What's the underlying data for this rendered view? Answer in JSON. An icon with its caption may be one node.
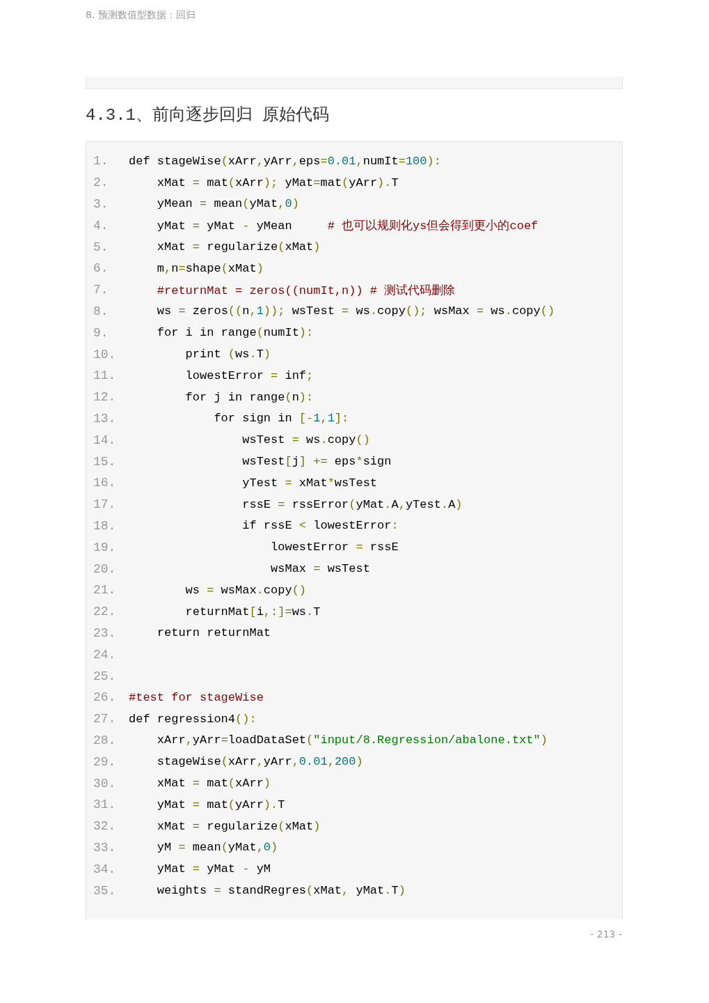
{
  "diagram": {
    "title": "4.3.1、前向逐步回归 原始代码",
    "nodes": [
      {
        "text": [],
        "shape": "box"
      }
    ],
    "labels": [
      "8. 预测数值型数据：回归",
      "1.",
      "def stageWise(xArr,yArr,eps=0.01,numIt=100):",
      "2.",
      "    xMat = mat(xArr); yMat=mat(yArr).T",
      "3.",
      "    yMean = mean(yMat,0)",
      "4.",
      "    yMat = yMat - yMean     # 也可以规则化ys但会得到更小的coef",
      "5.",
      "    xMat = regularize(xMat)",
      "6.",
      "    m,n=shape(xMat)",
      "7.",
      "    #returnMat = zeros((numIt,n)) # 测试代码删除",
      "8.",
      "    ws = zeros((n,1)); wsTest = ws.copy(); wsMax = ws.copy()",
      "9.",
      "    for i in range(numIt):",
      "10.",
      "        print (ws.T)",
      "11.",
      "        lowestError = inf;",
      "12.",
      "        for j in range(n):",
      "13.",
      "            for sign in [-1,1]:",
      "14.",
      "                wsTest = ws.copy()",
      "15.",
      "                wsTest[j] += eps*sign",
      "16.",
      "                yTest = xMat*wsTest",
      "17.",
      "                rssE = rssError(yMat.A,yTest.A)",
      "18.",
      "                if rssE < lowestError:",
      "19.",
      "                    lowestError = rssE",
      "20.",
      "                    wsMax = wsTest",
      "21.",
      "        ws = wsMax.copy()",
      "22.",
      "        returnMat[i,:]=ws.T",
      "23.",
      "    return returnMat",
      "24.",
      "25.",
      "26.",
      "#test for stageWise",
      "27.",
      "def regression4():",
      "28.",
      "    xArr,yArr=loadDataSet(\"input/8.Regression/abalone.txt\")",
      "29.",
      "    stageWise(xArr,yArr,0.01,200)",
      "30.",
      "    xMat = mat(xArr)",
      "31.",
      "    yMat = mat(yArr).T",
      "32.",
      "    xMat = regularize(xMat)",
      "33.",
      "    yM = mean(yMat,0)",
      "34.",
      "    yMat = yMat - yM",
      "35.",
      "    weights = standRegres(xMat, yMat.T)",
      "- 213 -"
    ]
  }
}
